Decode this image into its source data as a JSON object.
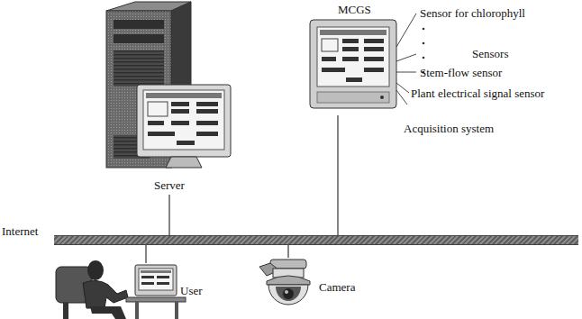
{
  "diagram": {
    "nodes": [
      {
        "text": [
          "Server"
        ]
      },
      {
        "text": [
          "MCGS"
        ]
      },
      {
        "text": [
          "Internet"
        ]
      },
      {
        "text": [
          "User"
        ]
      },
      {
        "text": [
          "Camera"
        ]
      }
    ],
    "edges": [
      {
        "from": 0,
        "to": 2,
        "arrow": "none"
      },
      {
        "from": 1,
        "to": 2,
        "arrow": "none"
      },
      {
        "from": 3,
        "to": 2,
        "arrow": "none"
      },
      {
        "from": 4,
        "to": 2,
        "arrow": "none"
      }
    ],
    "labels": [
      "Sensor for chlorophyll",
      "Sensors",
      "Stem-flow sensor",
      "Plant electrical signal sensor",
      "Acquisition system"
    ]
  }
}
